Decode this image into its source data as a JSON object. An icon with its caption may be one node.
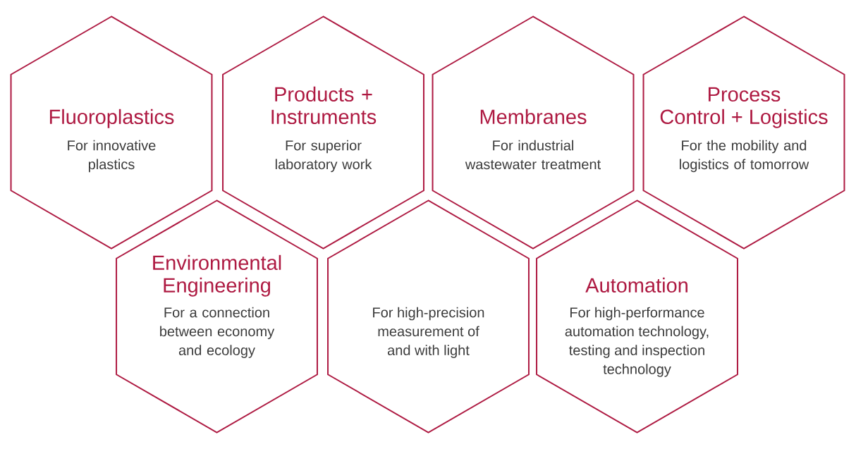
{
  "diagram": {
    "nodes": [
      {
        "text": [
          "Fluoroplastics",
          "For innovative plastics"
        ]
      },
      {
        "text": [
          "Products + Instruments",
          "For superior laboratory work"
        ]
      },
      {
        "text": [
          "Membranes",
          "For industrial wastewater treatment"
        ]
      },
      {
        "text": [
          "Process Control + Logistics",
          "For the mobility and logistics of tomorrow"
        ]
      },
      {
        "text": [
          "Environmental Engineering",
          "For a connection between economy and ecology"
        ]
      },
      {
        "text": [
          "For high-precision measurement of and with light"
        ]
      },
      {
        "text": [
          "Automation",
          "For high-performance automation technology, testing and inspection technology"
        ]
      }
    ]
  }
}
